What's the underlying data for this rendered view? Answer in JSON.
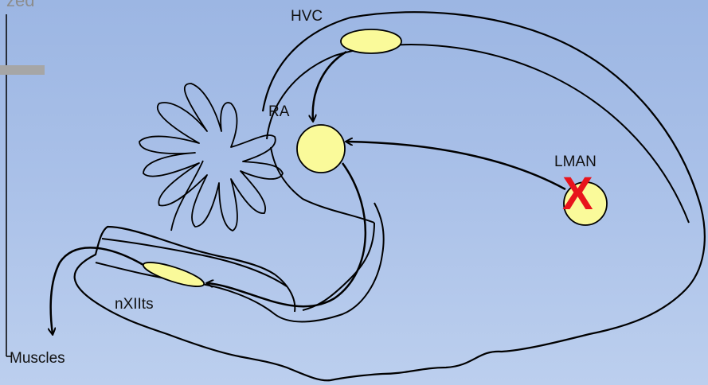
{
  "labels": {
    "hvc": "HVC",
    "ra": "RA",
    "lman": "LMAN",
    "nxiits": "nXIIts",
    "muscles": "Muscles",
    "partial_top_left": "zed"
  },
  "lesion_marker": "X",
  "colors": {
    "background_top": "#9cb6e3",
    "background_bottom": "#bccfee",
    "nucleus_fill": "#fafa9a",
    "outline": "#000000",
    "lesion": "#e8141c",
    "gray_bar": "#a6a6a6"
  }
}
